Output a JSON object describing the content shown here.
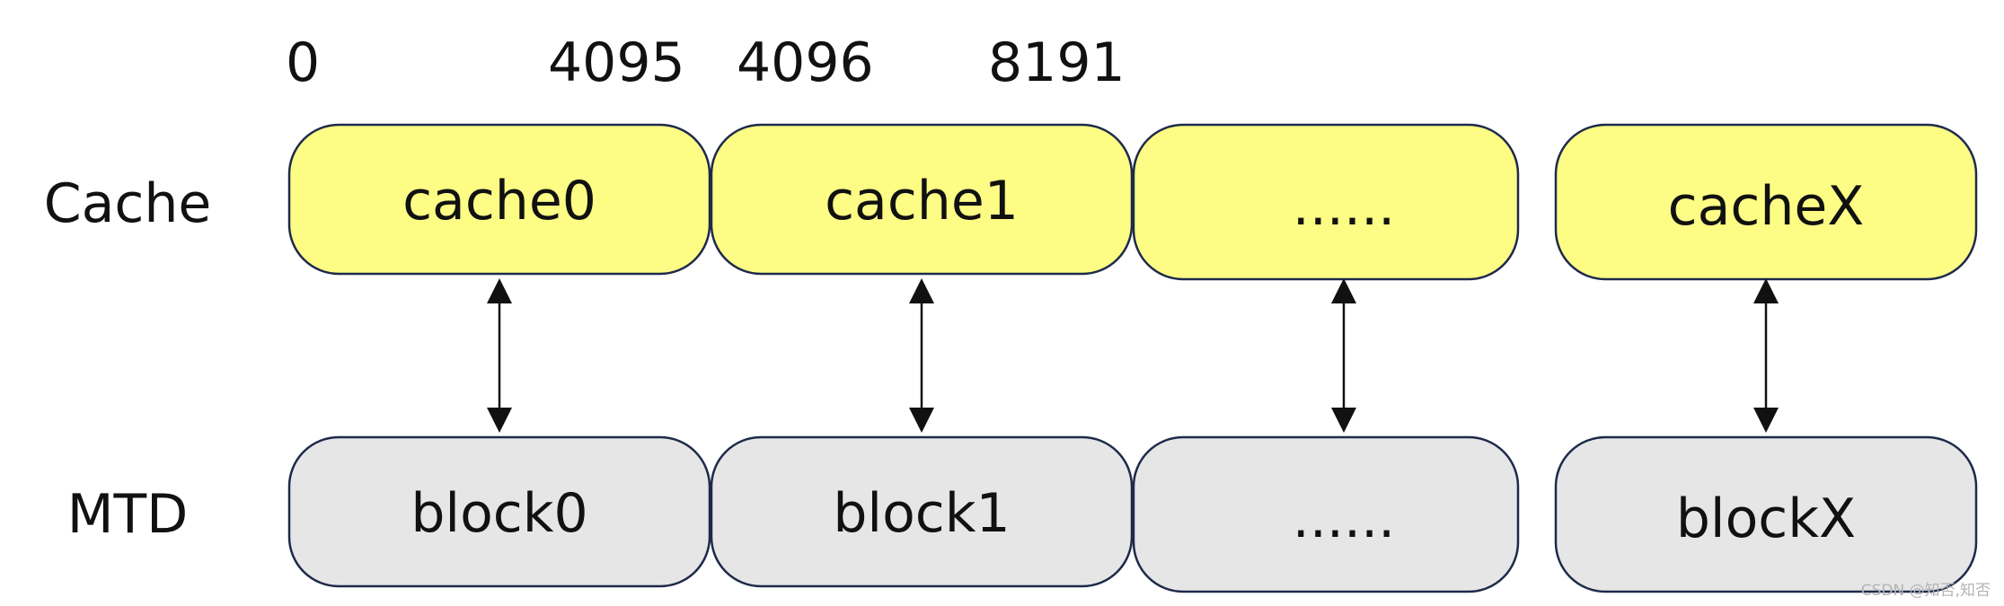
{
  "addresses": {
    "a0": "0",
    "a4095": "4095",
    "a4096": "4096",
    "a8191": "8191"
  },
  "rows": {
    "cache_label": "Cache",
    "mtd_label": "MTD"
  },
  "cache_blocks": {
    "c0": "cache0",
    "c1": "cache1",
    "c2": "......",
    "c3": "cacheX"
  },
  "mtd_blocks": {
    "b0": "block0",
    "b1": "block1",
    "b2": "......",
    "b3": "blockX"
  },
  "watermark": "CSDN @知否,知否",
  "colors": {
    "cache_fill": "#fdfd86",
    "mtd_fill": "#e6e6e6",
    "border": "#1e2a4a"
  }
}
